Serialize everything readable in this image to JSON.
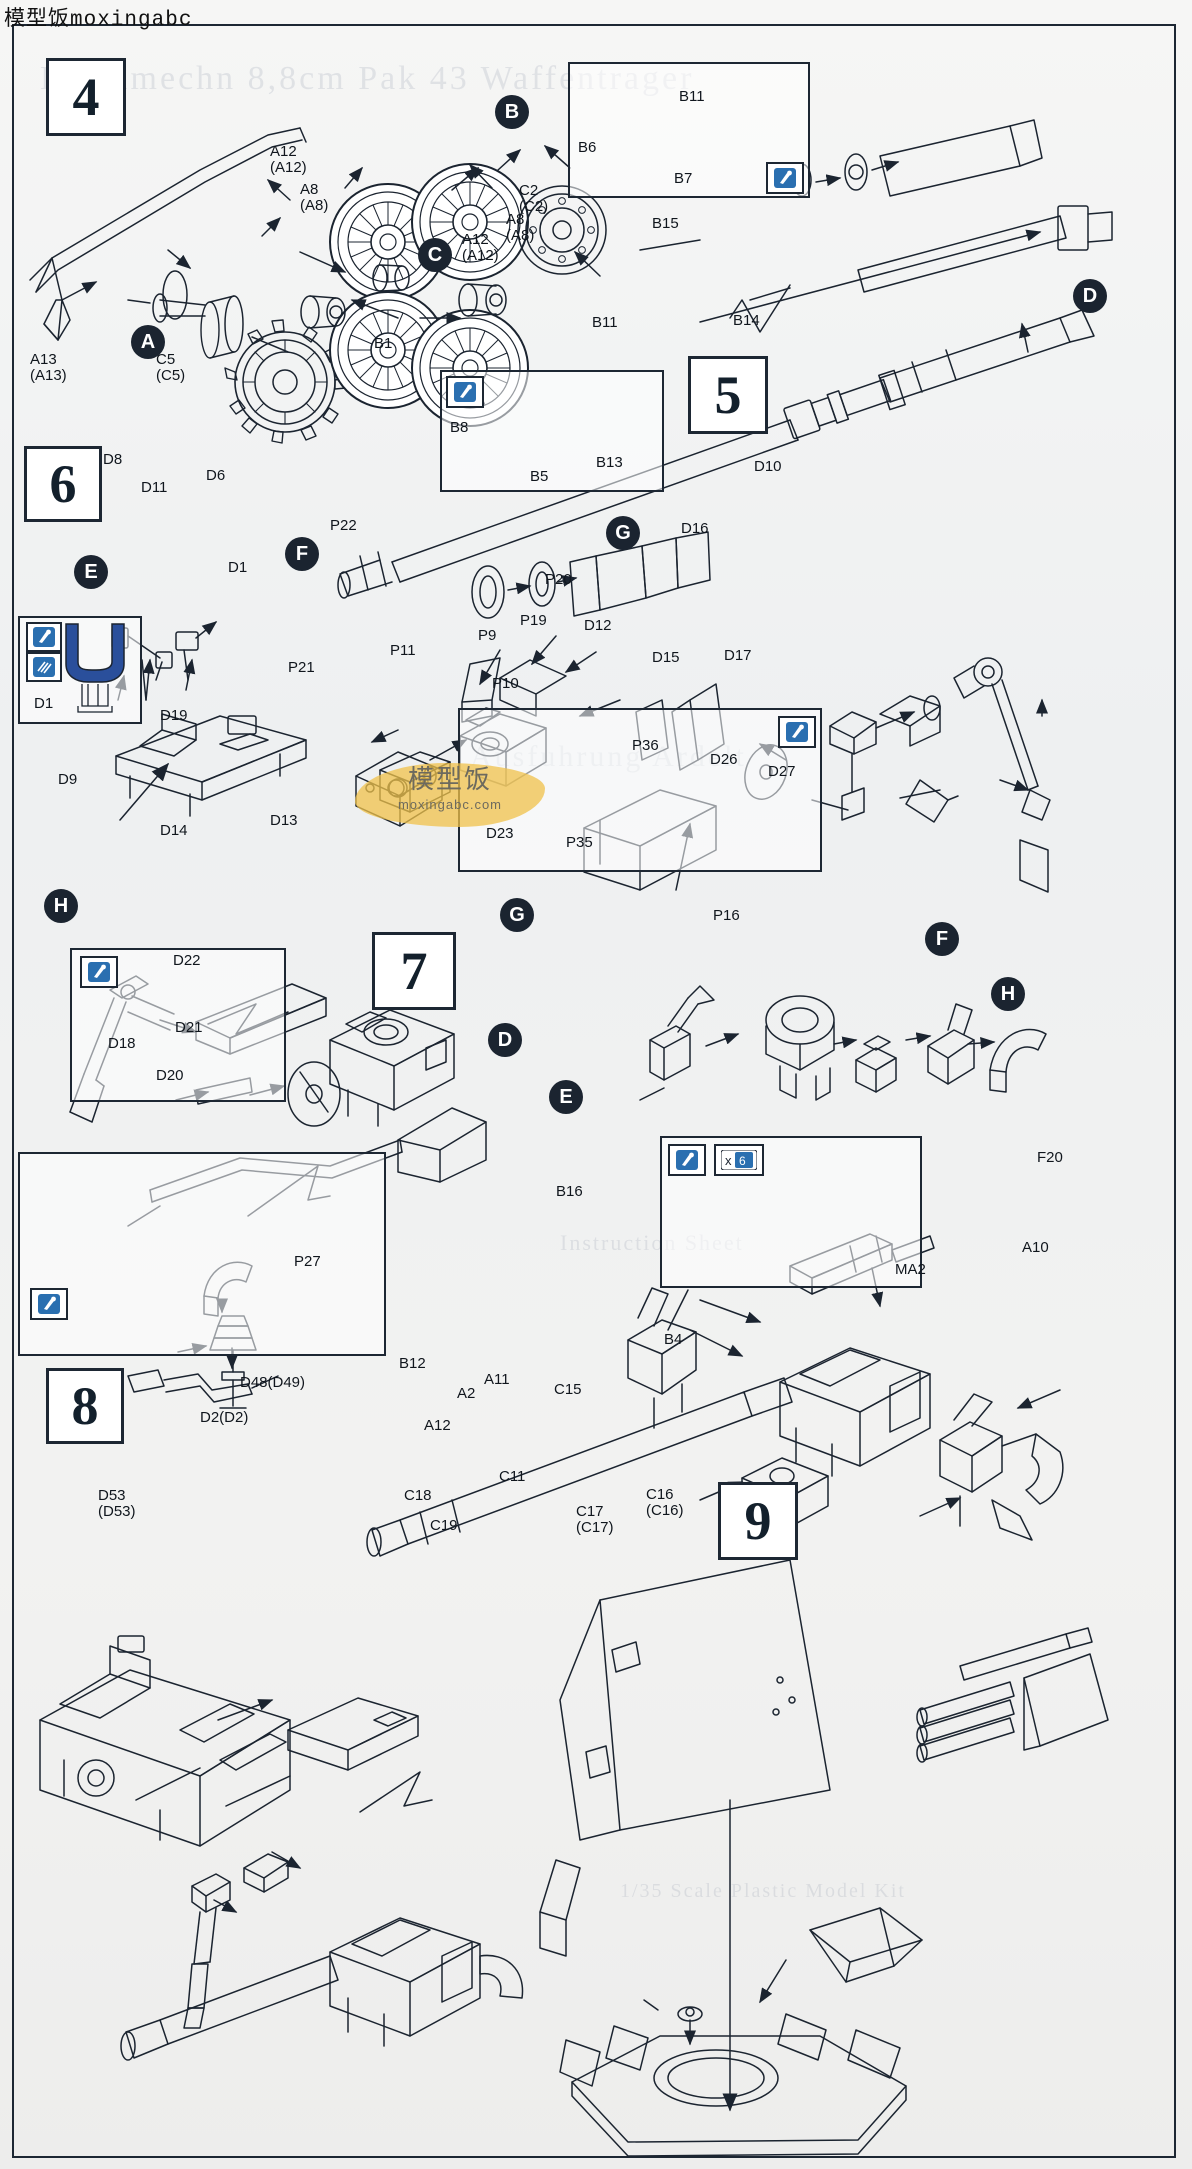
{
  "page": {
    "top_watermark": "模型饭moxingabc",
    "center_watermark_line1": "模型饭",
    "center_watermark_line2": "moxingabc.com",
    "ghost_text": [
      "Kleinmechn 8,8cm Pak 43 Waffentrager",
      "Ausfuhrung Ardelt",
      "Instruction Sheet",
      "1/35 Scale Plastic Model Kit"
    ]
  },
  "steps": [
    {
      "id": "step-4",
      "number": "4"
    },
    {
      "id": "step-5",
      "number": "5"
    },
    {
      "id": "step-6",
      "number": "6"
    },
    {
      "id": "step-7",
      "number": "7"
    },
    {
      "id": "step-8",
      "number": "8"
    },
    {
      "id": "step-9",
      "number": "9"
    }
  ],
  "subassembly_markers": [
    {
      "id": "marker-a",
      "letter": "A"
    },
    {
      "id": "marker-b",
      "letter": "B"
    },
    {
      "id": "marker-c",
      "letter": "C"
    },
    {
      "id": "marker-d",
      "letter": "D"
    },
    {
      "id": "marker-e",
      "letter": "E"
    },
    {
      "id": "marker-f",
      "letter": "F"
    },
    {
      "id": "marker-g",
      "letter": "G"
    },
    {
      "id": "marker-h",
      "letter": "H"
    },
    {
      "id": "marker-d2",
      "letter": "D"
    },
    {
      "id": "marker-e2",
      "letter": "E"
    },
    {
      "id": "marker-f2",
      "letter": "F"
    },
    {
      "id": "marker-g2",
      "letter": "G"
    },
    {
      "id": "marker-h2",
      "letter": "H"
    }
  ],
  "part_labels": [
    {
      "id": "p-a13",
      "text": "A13\n(A13)"
    },
    {
      "id": "p-c5",
      "text": "C5\n(C5)"
    },
    {
      "id": "p-a8a",
      "text": "A8\n(A8)"
    },
    {
      "id": "p-a12a",
      "text": "A12\n(A12)"
    },
    {
      "id": "p-a12b",
      "text": "A12\n(A12)"
    },
    {
      "id": "p-a8b",
      "text": "A8\n(A8)"
    },
    {
      "id": "p-c2",
      "text": "C2\n(C2)"
    },
    {
      "id": "p-b6",
      "text": "B6"
    },
    {
      "id": "p-b7",
      "text": "B7"
    },
    {
      "id": "p-b11-top",
      "text": "B11"
    },
    {
      "id": "p-b15",
      "text": "B15"
    },
    {
      "id": "p-b14",
      "text": "B14"
    },
    {
      "id": "p-b11-mid",
      "text": "B11"
    },
    {
      "id": "p-b1",
      "text": "B1"
    },
    {
      "id": "p-b8",
      "text": "B8"
    },
    {
      "id": "p-b5",
      "text": "B5"
    },
    {
      "id": "p-b13",
      "text": "B13"
    },
    {
      "id": "p-d8",
      "text": "D8"
    },
    {
      "id": "p-d11",
      "text": "D11"
    },
    {
      "id": "p-d6",
      "text": "D6"
    },
    {
      "id": "p-d1a",
      "text": "D1"
    },
    {
      "id": "p-d1b",
      "text": "D1"
    },
    {
      "id": "p-p22",
      "text": "P22"
    },
    {
      "id": "p-p20",
      "text": "P20"
    },
    {
      "id": "p-p19",
      "text": "P19"
    },
    {
      "id": "p-p9",
      "text": "P9"
    },
    {
      "id": "p-p11",
      "text": "P11"
    },
    {
      "id": "p-p21",
      "text": "P21"
    },
    {
      "id": "p-p10",
      "text": "P10"
    },
    {
      "id": "p-d16",
      "text": "D16"
    },
    {
      "id": "p-d10",
      "text": "D10"
    },
    {
      "id": "p-d12",
      "text": "D12"
    },
    {
      "id": "p-d15",
      "text": "D15"
    },
    {
      "id": "p-d17",
      "text": "D17"
    },
    {
      "id": "p-d19",
      "text": "D19"
    },
    {
      "id": "p-d9",
      "text": "D9"
    },
    {
      "id": "p-d14",
      "text": "D14"
    },
    {
      "id": "p-d13",
      "text": "D13"
    },
    {
      "id": "p-d23",
      "text": "D23"
    },
    {
      "id": "p-p35",
      "text": "P35"
    },
    {
      "id": "p-p36",
      "text": "P36"
    },
    {
      "id": "p-d26",
      "text": "D26"
    },
    {
      "id": "p-d27",
      "text": "D27"
    },
    {
      "id": "p-d22",
      "text": "D22"
    },
    {
      "id": "p-d21",
      "text": "D21"
    },
    {
      "id": "p-d18",
      "text": "D18"
    },
    {
      "id": "p-d20",
      "text": "D20"
    },
    {
      "id": "p-p16",
      "text": "P16"
    },
    {
      "id": "p-p27",
      "text": "P27"
    },
    {
      "id": "p-f20",
      "text": "F20"
    },
    {
      "id": "p-a10",
      "text": "A10"
    },
    {
      "id": "p-ma2",
      "text": "MA2"
    },
    {
      "id": "p-b16",
      "text": "B16"
    },
    {
      "id": "p-b12",
      "text": "B12"
    },
    {
      "id": "p-b4",
      "text": "B4"
    },
    {
      "id": "p-c15",
      "text": "C15"
    },
    {
      "id": "p-a11",
      "text": "A11"
    },
    {
      "id": "p-a2",
      "text": "A2"
    },
    {
      "id": "p-a12c",
      "text": "A12"
    },
    {
      "id": "p-c11",
      "text": "C11"
    },
    {
      "id": "p-c18",
      "text": "C18"
    },
    {
      "id": "p-c19",
      "text": "C19"
    },
    {
      "id": "p-c17",
      "text": "C17\n(C17)"
    },
    {
      "id": "p-c16",
      "text": "C16\n(C16)"
    },
    {
      "id": "p-d48",
      "text": "D48(D49)"
    },
    {
      "id": "p-d2",
      "text": "D2(D2)"
    },
    {
      "id": "p-d53",
      "text": "D53\n(D53)"
    }
  ],
  "icons": {
    "glue": "glue-icon",
    "paint": "paint-brush-icon",
    "repeat_x6": "x6"
  },
  "colors": {
    "ink": "#1d2733",
    "paper": "#f2f2f1",
    "watermark": "#f0c24a"
  }
}
